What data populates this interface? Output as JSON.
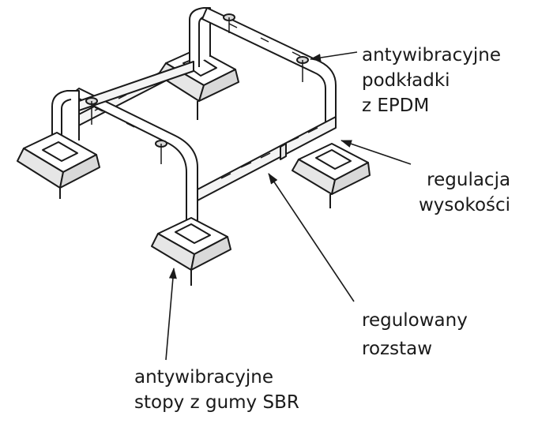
{
  "labels": {
    "pads": [
      "antywibracyjne",
      "podkładki",
      "z EPDM"
    ],
    "height": [
      "regulacja",
      "wysokości"
    ],
    "spacing": [
      "regulowany",
      "rozstaw"
    ],
    "feet": [
      "antywibracyjne",
      "stopy z gumy SBR"
    ]
  },
  "colors": {
    "line": "#1a1a1a",
    "fill": "#ffffff",
    "shade": "#d9d9d9"
  }
}
